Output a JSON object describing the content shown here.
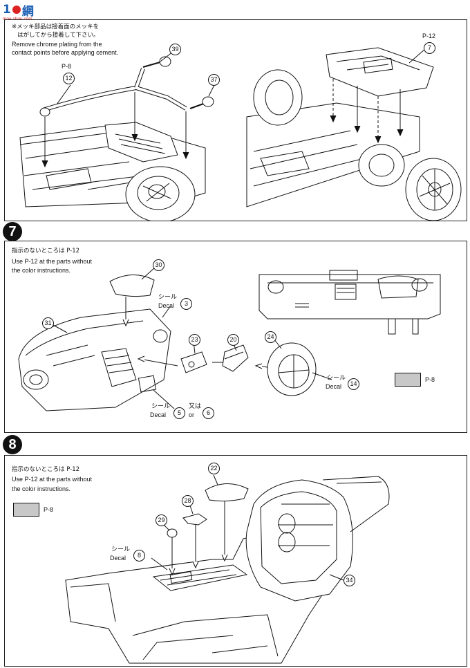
{
  "watermark": {
    "char1": "1",
    "char2": "網",
    "url": "moe.shou.com"
  },
  "steps": {
    "step7": "7",
    "step8": "8"
  },
  "panel_a": {
    "note_jp_1": "※メッキ部品は接着面のメッキを",
    "note_jp_2": "はがしてから接着して下さい。",
    "note_en_1": "Remove chrome plating from the",
    "note_en_2": "contact points before applying cement.",
    "part_12": "12",
    "part_39": "39",
    "part_37": "37",
    "part_7": "7",
    "color_ref_left": "P-8",
    "color_ref_right": "P-12"
  },
  "panel_b": {
    "note_jp": "指示のないところは P-12",
    "note_en_1": "Use P-12 at the parts without",
    "note_en_2": "the color instructions.",
    "part_30": "30",
    "part_31": "31",
    "part_23": "23",
    "part_20": "20",
    "part_24": "24",
    "decal_3_jp": "シール",
    "decal_3_en": "Decal",
    "decal_3_num": "3",
    "decal_14_jp": "シール",
    "decal_14_en": "Decal",
    "decal_14_num": "14",
    "decal_5_jp": "シール",
    "decal_5_en": "Decal",
    "decal_5_num": "5",
    "or_jp": "又は",
    "or_en": "or",
    "decal_6_num": "6",
    "swatch_ref": "P-8"
  },
  "panel_c": {
    "note_jp": "指示のないところは P-12",
    "note_en_1": "Use P-12 at the parts without",
    "note_en_2": "the color instructions.",
    "swatch_ref": "P-8",
    "part_22": "22",
    "part_28": "28",
    "part_29": "29",
    "part_34": "34",
    "decal_8_jp": "シール",
    "decal_8_en": "Decal",
    "decal_8_num": "8"
  },
  "colors": {
    "ink": "#111111",
    "swatch": "#c8c8c8",
    "watermark_blue": "#1a5fb4",
    "watermark_red": "#dd2222"
  }
}
